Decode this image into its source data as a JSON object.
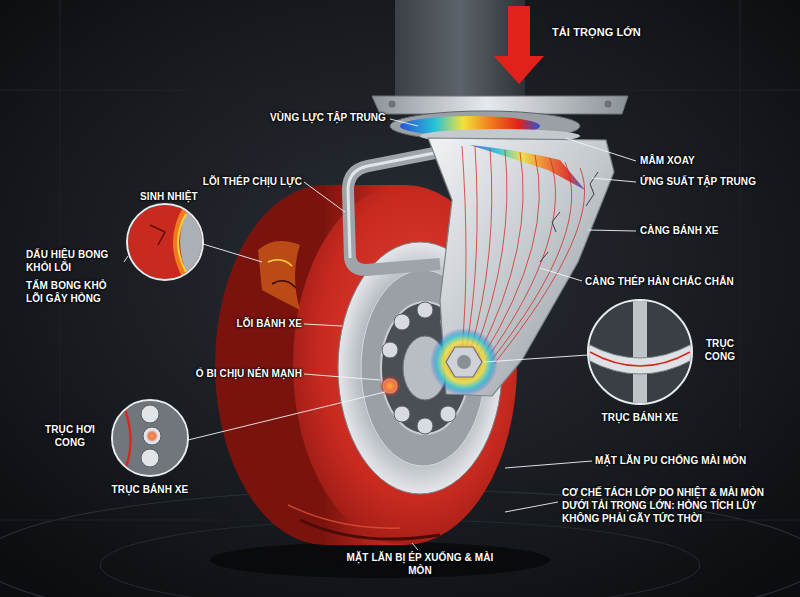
{
  "diagram": {
    "labels": [
      "TẢI TRỌNG LỚN",
      "VÙNG LỰC TẬP TRUNG",
      "MÂM XOAY",
      "ỨNG SUẤT TẬP TRUNG",
      "LÕI THÉP CHỊU LỰC",
      "CÀNG BÁNH XE",
      "SINH NHIỆT",
      "CÀNG THÉP HÀN CHẮC CHẮN",
      "DẤU HIỆU BONG KHỎI LÕI",
      "TẤM BONG KHỎ LÕI GÂY HỎNG",
      "LÕI BÁNH XE",
      "TRỤC CONG",
      "Ổ BI CHỊU NÉN MẠNH",
      "TRỤC BÁNH XE",
      "TRỤC HƠI CONG",
      "MẶT LĂN PU CHỐNG MÀI MÒN",
      "TRỤC BÁNH XE",
      "CƠ CHẾ TÁCH LỚP DO NHIỆT & MÀI MÒN DƯỚI TẢI TRỌNG LỚN:",
      "HỎNG TÍCH LŨY KHÔNG PHẢI GÃY TỨC THỜI",
      "MẶT LĂN BỊ ÉP XUỐNG & MÀI MÒN"
    ]
  }
}
